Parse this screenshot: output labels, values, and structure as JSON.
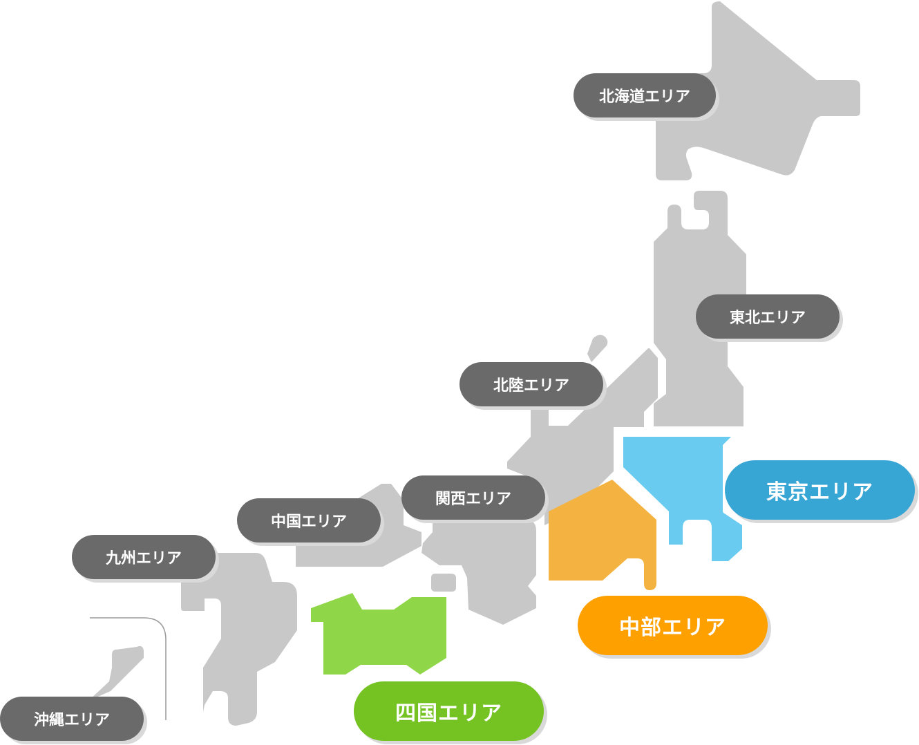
{
  "colors": {
    "land": "#c8c8c8",
    "label_gray": "#6a6a6a",
    "tokyo_region": "#6acbf1",
    "tokyo_label": "#38a6d5",
    "chubu_region": "#f4b341",
    "chubu_label": "#fea000",
    "shikoku_region": "#8fd648",
    "shikoku_label": "#74c322",
    "inset_line": "#9a9a9a"
  },
  "areas": {
    "hokkaido": "北海道エリア",
    "tohoku": "東北エリア",
    "hokuriku": "北陸エリア",
    "kansai": "関西エリア",
    "chugoku": "中国エリア",
    "kyushu": "九州エリア",
    "okinawa": "沖縄エリア",
    "tokyo": "東京エリア",
    "chubu": "中部エリア",
    "shikoku": "四国エリア"
  }
}
